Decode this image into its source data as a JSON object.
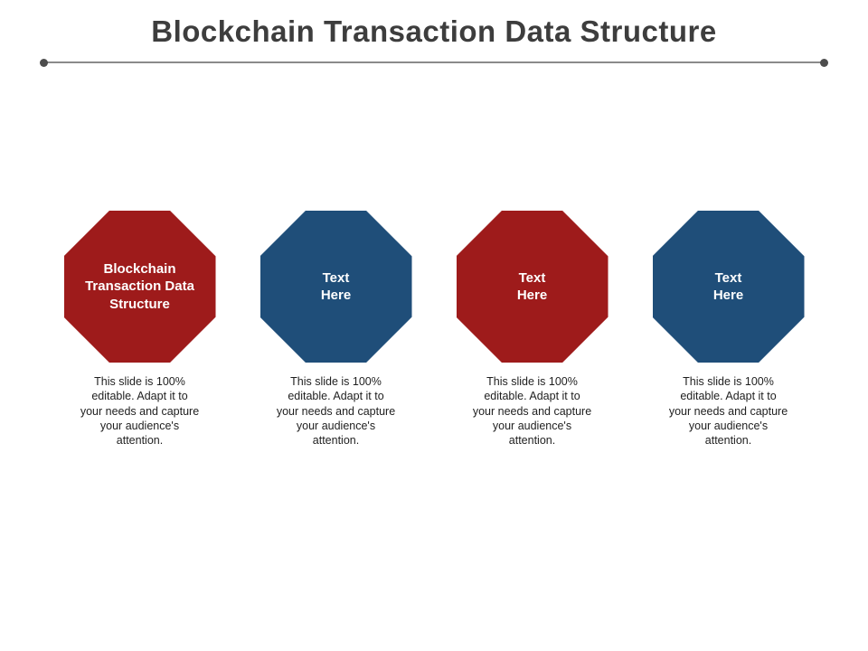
{
  "slide": {
    "title": "Blockchain Transaction Data Structure",
    "colors": {
      "octagon_red": "#9e1b1b",
      "octagon_blue": "#1f4e79",
      "divider_line": "#8a8a8a",
      "divider_dot": "#4d4d4d",
      "title_text": "#3d3d3d",
      "shape_label_text": "#ffffff",
      "caption_text": "#1f1f1f"
    }
  },
  "items": [
    {
      "label": "Blockchain Transaction Data Structure",
      "color": "red",
      "caption": "This slide is 100% editable. Adapt it to your needs and capture your audience's attention."
    },
    {
      "label": "Text\nHere",
      "color": "blue",
      "caption": "This slide is 100% editable. Adapt it to your needs and capture your audience's attention."
    },
    {
      "label": "Text\nHere",
      "color": "red",
      "caption": "This slide is 100% editable. Adapt it to your needs and capture your audience's attention."
    },
    {
      "label": "Text\nHere",
      "color": "blue",
      "caption": "This slide is 100% editable. Adapt it to your needs and capture your audience's attention."
    }
  ]
}
